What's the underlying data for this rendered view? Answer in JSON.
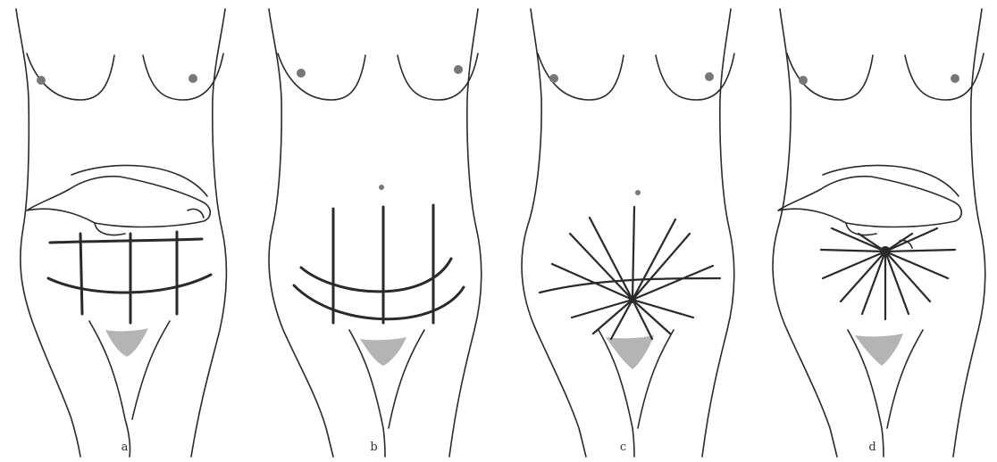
{
  "panels": [
    {
      "label": "a",
      "pattern": "grid",
      "hand": true
    },
    {
      "label": "b",
      "pattern": "vertical-lines-with-arcs",
      "hand": false
    },
    {
      "label": "c",
      "pattern": "radial-lower",
      "hand": false
    },
    {
      "label": "d",
      "pattern": "radial-center",
      "hand": true
    }
  ],
  "colors": {
    "ink": "#2a2a2a",
    "background": "#ffffff"
  }
}
